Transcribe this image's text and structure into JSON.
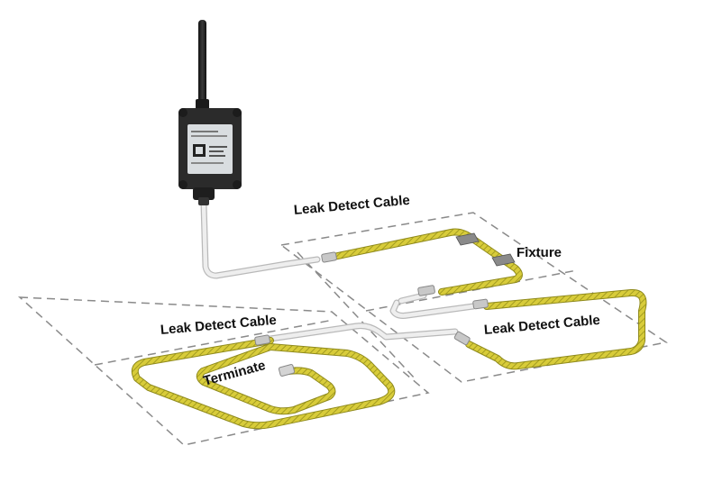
{
  "labels": {
    "cable_top": "Leak Detect Cable",
    "fixture": "Fixture",
    "cable_left": "Leak Detect Cable",
    "cable_right": "Leak Detect Cable",
    "terminate": "Terminate"
  },
  "colors": {
    "cable_yellow": "#d8cc3a",
    "cable_stripe": "#9a9420",
    "lead_cable": "#e6e6e6",
    "lead_cable_edge": "#b9b9b9",
    "device_body": "#2b2b2b",
    "dashed_border": "#8a8a8a"
  },
  "device": {
    "qr_icon": "qr-code-icon",
    "antenna_icon": "antenna-icon"
  }
}
